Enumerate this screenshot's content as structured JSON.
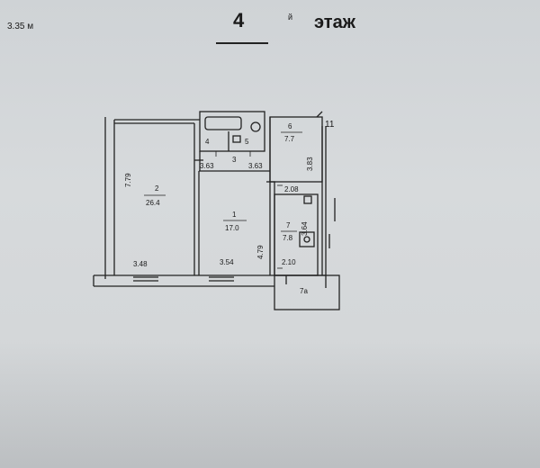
{
  "header": {
    "ceiling_height": "3.35 м",
    "floor_number": "4",
    "floor_suffix": "й",
    "floor_word": "этаж"
  },
  "rooms": [
    {
      "id": "1",
      "area": "17.0"
    },
    {
      "id": "2",
      "area": "26.4"
    },
    {
      "id": "3"
    },
    {
      "id": "4"
    },
    {
      "id": "5"
    },
    {
      "id": "6",
      "area": "7.7"
    },
    {
      "id": "7",
      "area": "7.8"
    },
    {
      "id": "7a"
    },
    {
      "id": "11"
    }
  ],
  "dimensions": {
    "room2_height": "7.79",
    "room2_width": "3.48",
    "room1_width": "3.54",
    "room1_height": "4.79",
    "corridor_left": "3.63",
    "corridor_right": "3.63",
    "room6_height": "3.83",
    "room7_top": "2.08",
    "room7_height": "3.64",
    "room7_bottom": "2.10"
  }
}
